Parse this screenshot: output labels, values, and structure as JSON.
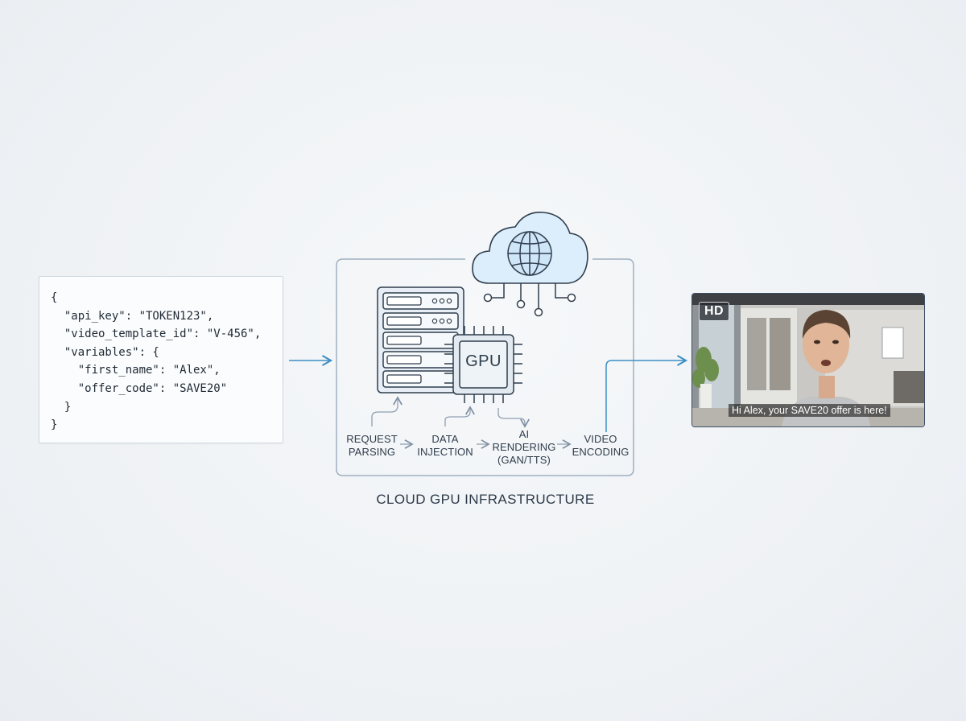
{
  "request": {
    "lines": [
      "{",
      "  \"api_key\": \"TOKEN123\",",
      "  \"video_template_id\": \"V-456\",",
      "  \"variables\": {",
      "    \"first_name\": \"Alex\",",
      "    \"offer_code\": \"SAVE20\"",
      "  }",
      "}"
    ]
  },
  "infrastructure": {
    "title": "CLOUD GPU INFRASTRUCTURE",
    "gpu_label": "GPU",
    "icons": [
      "cloud-icon",
      "globe-icon",
      "server-rack-icon",
      "gpu-chip-icon"
    ],
    "stages": [
      "REQUEST\nPARSING",
      "DATA\nINJECTION",
      "AI\nRENDERING\n(GAN/TTS)",
      "VIDEO\nENCODING"
    ]
  },
  "output": {
    "badge": "HD",
    "caption": "Hi Alex, your SAVE20 offer is here!"
  },
  "colors": {
    "arrow": "#3d8fc4",
    "line": "#8fa0b2",
    "cloud_fill": "#dceefb",
    "ink": "#2f3d4c"
  }
}
